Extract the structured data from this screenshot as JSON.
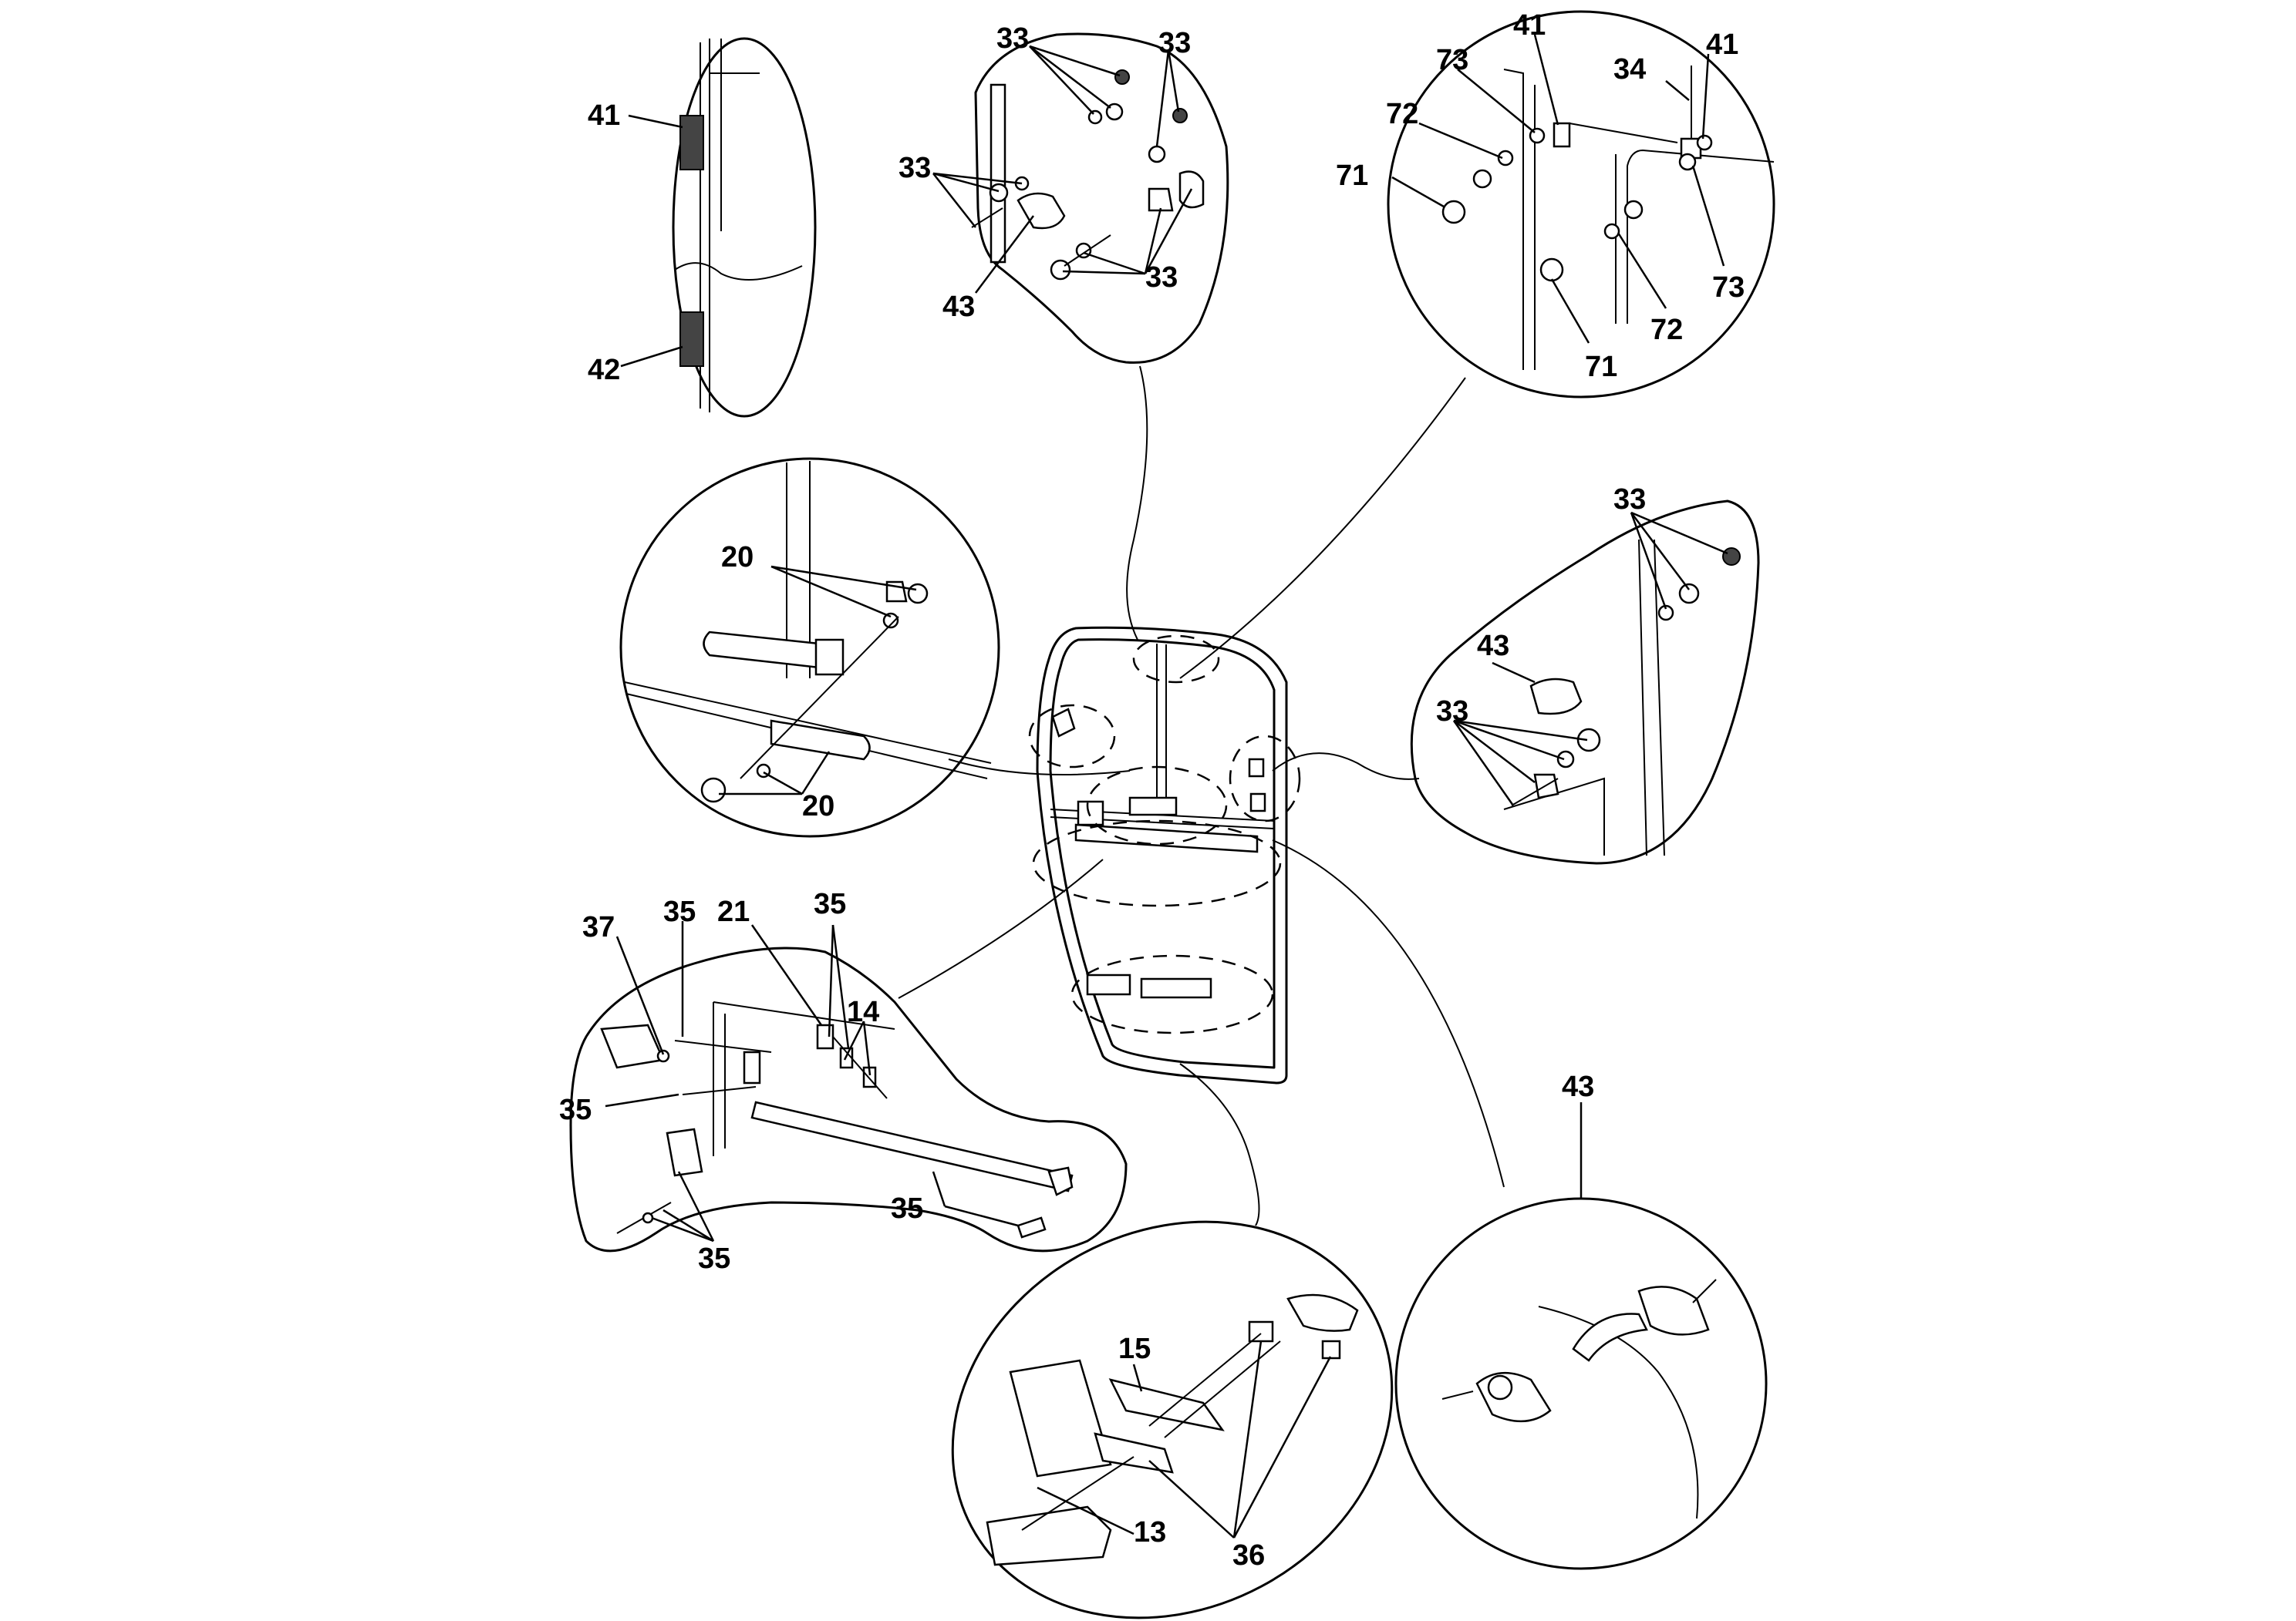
{
  "callouts": {
    "c41_top_left": "41",
    "c42": "42",
    "c33_a": "33",
    "c33_b": "33",
    "c33_c": "33",
    "c33_d": "33",
    "c43_top": "43",
    "c73_left": "73",
    "c41_top_a": "41",
    "c34": "34",
    "c41_top_b": "41",
    "c72_left": "72",
    "c71_left": "71",
    "c73_right": "73",
    "c72_right": "72",
    "c71_bottom": "71",
    "c20_top": "20",
    "c20_bottom": "20",
    "c33_right_top": "33",
    "c43_right": "43",
    "c33_right_mid": "33",
    "c37": "37",
    "c35_a": "35",
    "c21": "21",
    "c35_b": "35",
    "c14": "14",
    "c35_left": "35",
    "c35_bottom_mid": "35",
    "c35_bottom_left": "35",
    "c43_bottom": "43",
    "c15": "15",
    "c13": "13",
    "c36": "36"
  }
}
